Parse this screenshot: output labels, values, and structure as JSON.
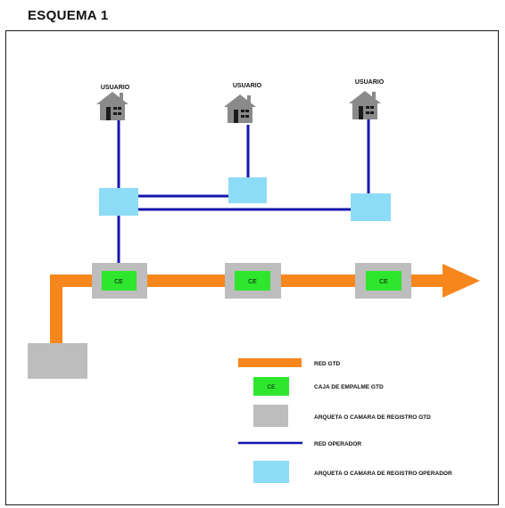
{
  "title": "ESQUEMA 1",
  "users": {
    "label_left": "USUARIO",
    "label_middle": "USUARIO",
    "label_right": "USUARIO"
  },
  "splice_boxes": {
    "label_1": "CE",
    "label_2": "CE",
    "label_3": "CE"
  },
  "legend": {
    "red_gtd": "RED GTD",
    "ce_swatch_label": "CE",
    "caja_empalme": "CAJA DE EMPALME GTD",
    "arqueta_gtd": "ARQUETA O CAMARA DE REGISTRO GTD",
    "red_operador": "RED OPERADOR",
    "arqueta_operador": "ARQUETA O CAMARA DE REGISTRO OPERADOR"
  },
  "colors": {
    "gtd_network": "#f7861c",
    "operator_network": "#1515b0",
    "splice_box": "#2ee62e",
    "gtd_chamber": "#bdbdbd",
    "operator_chamber": "#8cdcf7",
    "house": "#8a8a8a"
  }
}
